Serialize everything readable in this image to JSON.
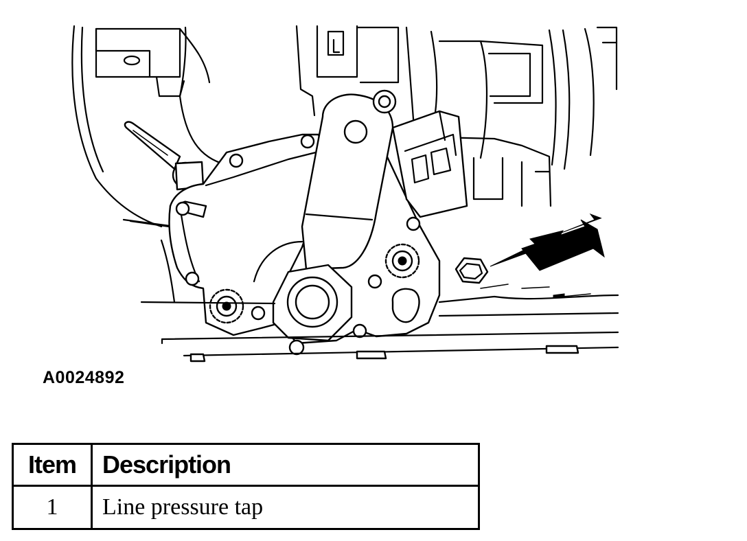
{
  "figure": {
    "id": "A0024892"
  },
  "legend": {
    "headers": {
      "item": "Item",
      "description": "Description"
    },
    "rows": [
      {
        "item": "1",
        "description": "Line pressure tap"
      }
    ]
  }
}
